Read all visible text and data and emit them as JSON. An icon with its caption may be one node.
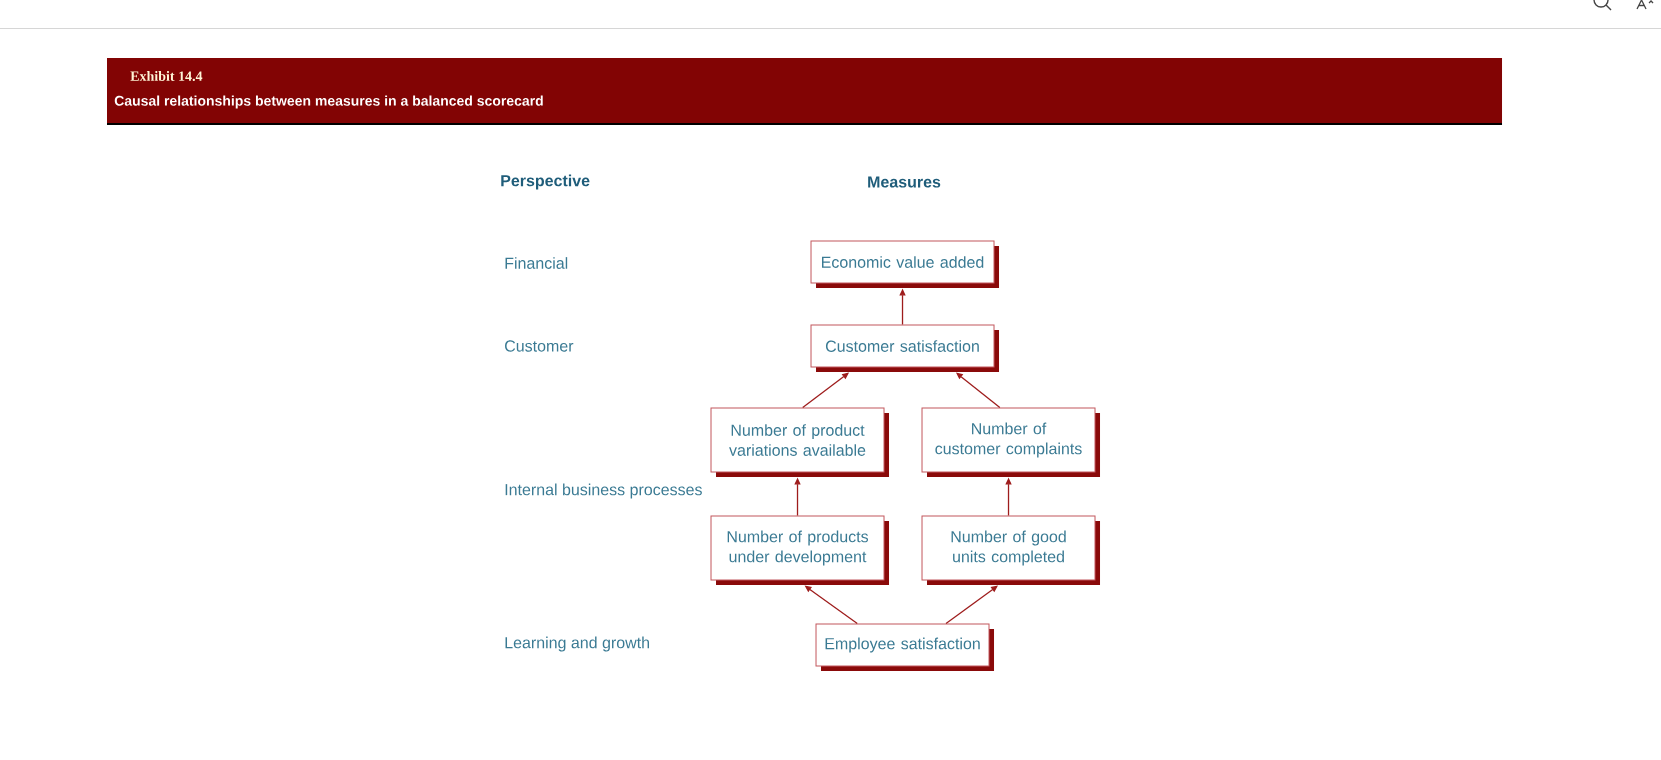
{
  "diagram": {
    "title": "Causal relationships between measures in a balanced scorecard",
    "nodes": [
      {
        "text": [
          "Economic value added"
        ]
      },
      {
        "text": [
          "Customer satisfaction"
        ]
      },
      {
        "text": [
          "Number of product variations available"
        ]
      },
      {
        "text": [
          "Number of customer complaints"
        ]
      },
      {
        "text": [
          "Number of products under development"
        ]
      },
      {
        "text": [
          "Number of good units completed"
        ]
      },
      {
        "text": [
          "Employee satisfaction"
        ]
      }
    ],
    "edges": [
      {
        "from": 1,
        "to": 0,
        "arrow": "to"
      },
      {
        "from": 2,
        "to": 1,
        "arrow": "to"
      },
      {
        "from": 3,
        "to": 1,
        "arrow": "to"
      },
      {
        "from": 4,
        "to": 2,
        "arrow": "to"
      },
      {
        "from": 5,
        "to": 3,
        "arrow": "to"
      },
      {
        "from": 6,
        "to": 4,
        "arrow": "to"
      },
      {
        "from": 6,
        "to": 5,
        "arrow": "to"
      }
    ],
    "labels": [
      "Exhibit 14.4",
      "Perspective",
      "Measures",
      "Financial",
      "Customer",
      "Internal business processes",
      "Learning and growth"
    ]
  }
}
